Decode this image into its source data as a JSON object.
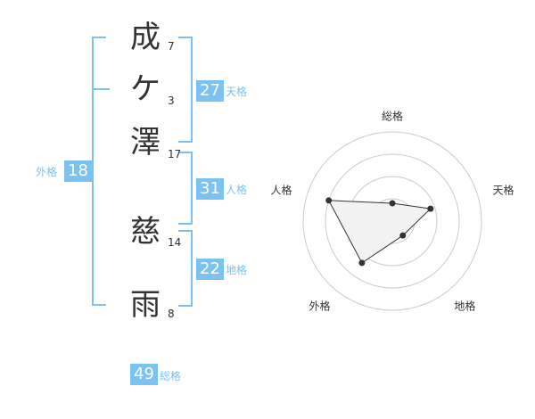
{
  "name": {
    "characters": [
      {
        "char": "成",
        "strokes": "7"
      },
      {
        "char": "ケ",
        "strokes": "3"
      },
      {
        "char": "澤",
        "strokes": "17"
      },
      {
        "char": "慈",
        "strokes": "14"
      },
      {
        "char": "雨",
        "strokes": "8"
      }
    ]
  },
  "kakusu": {
    "tenkaku": {
      "value": "27",
      "label": "天格"
    },
    "jinkaku": {
      "value": "31",
      "label": "人格"
    },
    "chikaku": {
      "value": "22",
      "label": "地格"
    },
    "gaikaku": {
      "value": "18",
      "label": "外格"
    },
    "soukaku": {
      "value": "49",
      "label": "総格"
    }
  },
  "colors": {
    "accent": "#7cc2f0",
    "text": "#333333",
    "radar_fill": "#f2f2f2",
    "grid": "#cccccc"
  },
  "chart_data": {
    "type": "radar",
    "axes": [
      "総格",
      "天格",
      "地格",
      "外格",
      "人格"
    ],
    "values": [
      0.2,
      0.45,
      0.2,
      0.58,
      0.75
    ],
    "max": 1
  }
}
